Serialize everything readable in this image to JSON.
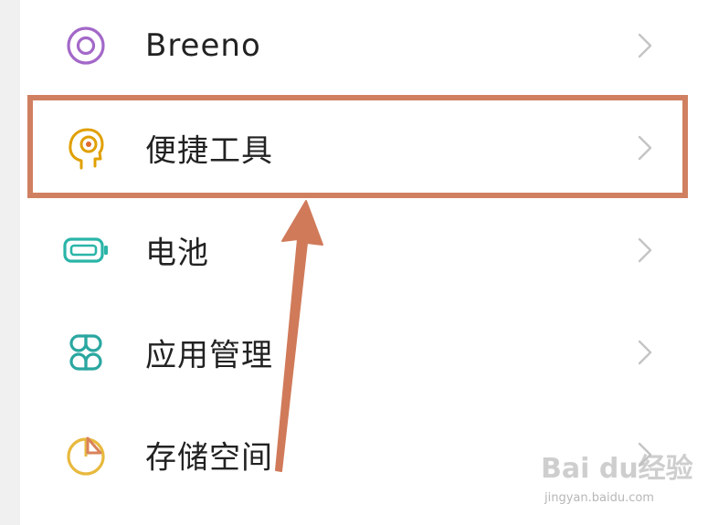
{
  "settings": {
    "items": [
      {
        "label": "Breeno",
        "icon": "breeno-icon",
        "color": "#a368c8"
      },
      {
        "label": "便捷工具",
        "icon": "convenience-tools-icon",
        "color": "#e0a000"
      },
      {
        "label": "电池",
        "icon": "battery-icon",
        "color": "#2ab5a8"
      },
      {
        "label": "应用管理",
        "icon": "app-management-icon",
        "color": "#2aa7a0"
      },
      {
        "label": "存储空间",
        "icon": "storage-icon",
        "color": "#e8b93e"
      }
    ]
  },
  "annotation": {
    "highlight_color": "#d08060",
    "arrow_color": "#d07a5a"
  },
  "watermark": {
    "logo": "Bai du经验",
    "url": "jingyan.baidu.com"
  }
}
